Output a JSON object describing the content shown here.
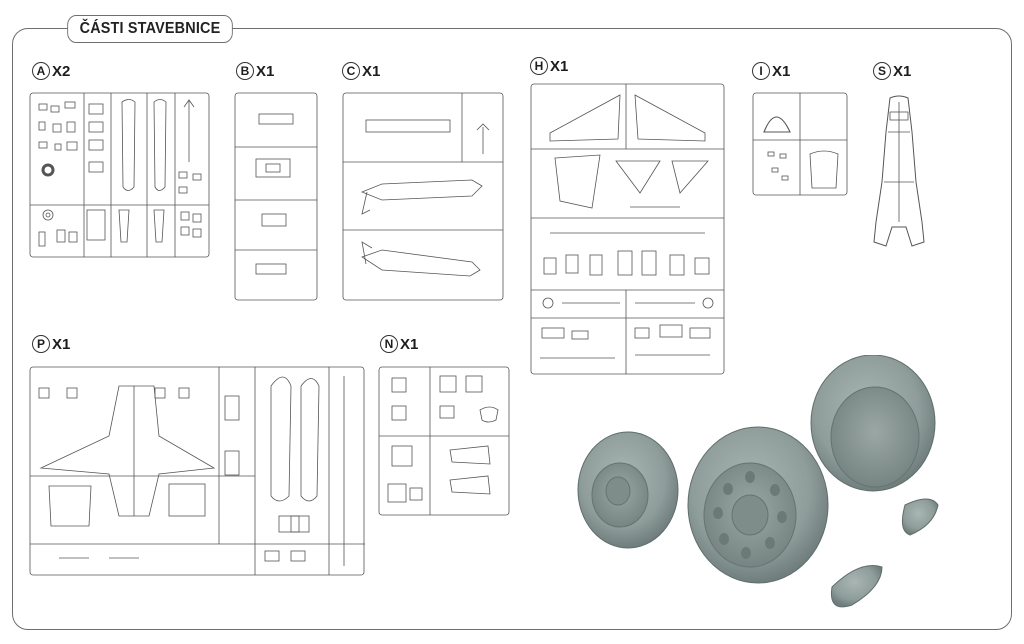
{
  "title": "ČÁSTI STAVEBNICE",
  "parts": [
    {
      "letter": "A",
      "multiplier": "X2"
    },
    {
      "letter": "B",
      "multiplier": "X1"
    },
    {
      "letter": "C",
      "multiplier": "X1"
    },
    {
      "letter": "H",
      "multiplier": "X1"
    },
    {
      "letter": "I",
      "multiplier": "X1"
    },
    {
      "letter": "S",
      "multiplier": "X1"
    },
    {
      "letter": "P",
      "multiplier": "X1"
    },
    {
      "letter": "N",
      "multiplier": "X1"
    }
  ],
  "colors": {
    "line": "#6f6f6f",
    "resin": "#8e9c9a"
  }
}
